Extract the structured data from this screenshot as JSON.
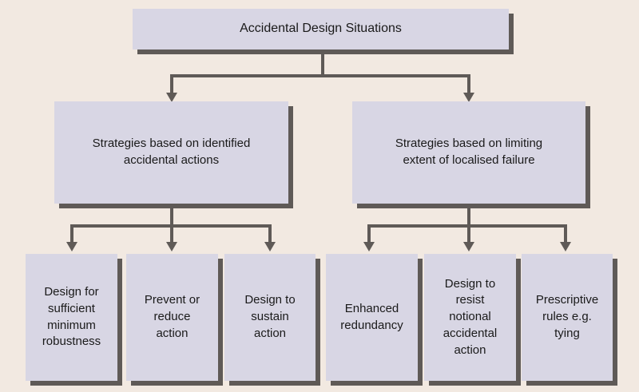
{
  "figure": {
    "title": "Accidental Design Situations strategy tree",
    "background_color": "#f2e9e1",
    "node_fill_color": "#d8d6e4",
    "node_shadow_color": "#5f5a57",
    "connector_color": "#5f5a57",
    "text_color": "#1a1a1a"
  },
  "diagram_data": {
    "type": "flowchart",
    "orientation": "top-down",
    "levels": 3,
    "root": {
      "id": "root",
      "label": "Accidental Design Situations"
    },
    "branches": [
      {
        "id": "left",
        "label": "Strategies based on identified\naccidental actions",
        "children": [
          {
            "id": "leaf-0",
            "label": "Design for\nsufficient\nminimum\nrobustness"
          },
          {
            "id": "leaf-1",
            "label": "Prevent or\nreduce\naction"
          },
          {
            "id": "leaf-2",
            "label": "Design to\nsustain\naction"
          }
        ]
      },
      {
        "id": "right",
        "label": "Strategies based on limiting\nextent of localised failure",
        "children": [
          {
            "id": "leaf-3",
            "label": "Enhanced\nredundancy"
          },
          {
            "id": "leaf-4",
            "label": "Design to\nresist\nnotional\naccidental\naction"
          },
          {
            "id": "leaf-5",
            "label": "Prescriptive\nrules e.g.\ntying"
          }
        ]
      }
    ],
    "edges": [
      {
        "from": "root",
        "to": "left"
      },
      {
        "from": "root",
        "to": "right"
      },
      {
        "from": "left",
        "to": "leaf-0"
      },
      {
        "from": "left",
        "to": "leaf-1"
      },
      {
        "from": "left",
        "to": "leaf-2"
      },
      {
        "from": "right",
        "to": "leaf-3"
      },
      {
        "from": "right",
        "to": "leaf-4"
      },
      {
        "from": "right",
        "to": "leaf-5"
      }
    ]
  }
}
